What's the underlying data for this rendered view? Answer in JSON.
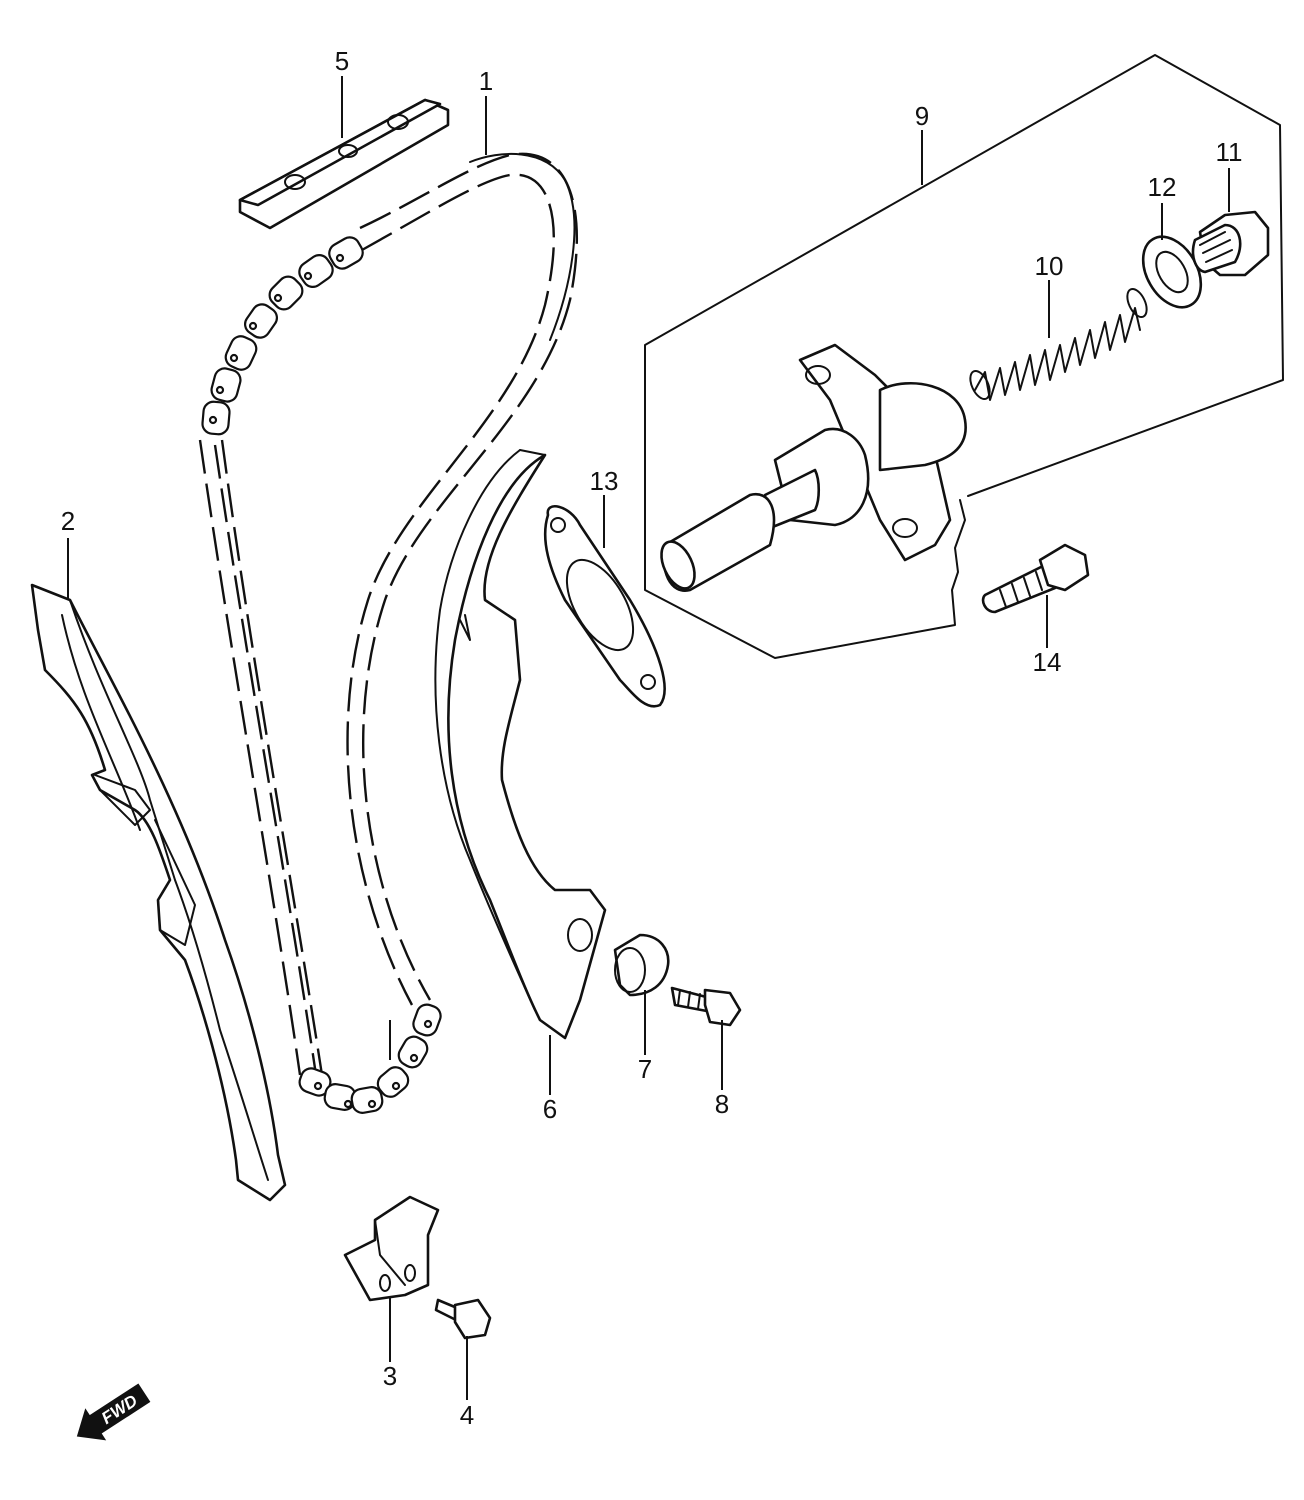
{
  "callouts": [
    {
      "id": "1",
      "label": "1"
    },
    {
      "id": "2",
      "label": "2"
    },
    {
      "id": "3",
      "label": "3"
    },
    {
      "id": "4",
      "label": "4"
    },
    {
      "id": "5",
      "label": "5"
    },
    {
      "id": "6",
      "label": "6"
    },
    {
      "id": "7",
      "label": "7"
    },
    {
      "id": "8",
      "label": "8"
    },
    {
      "id": "9",
      "label": "9"
    },
    {
      "id": "10",
      "label": "10"
    },
    {
      "id": "11",
      "label": "11"
    },
    {
      "id": "12",
      "label": "12"
    },
    {
      "id": "13",
      "label": "13"
    },
    {
      "id": "14",
      "label": "14"
    }
  ],
  "direction_indicator": {
    "label": "FWD",
    "icon": "fwd-arrow-icon"
  }
}
